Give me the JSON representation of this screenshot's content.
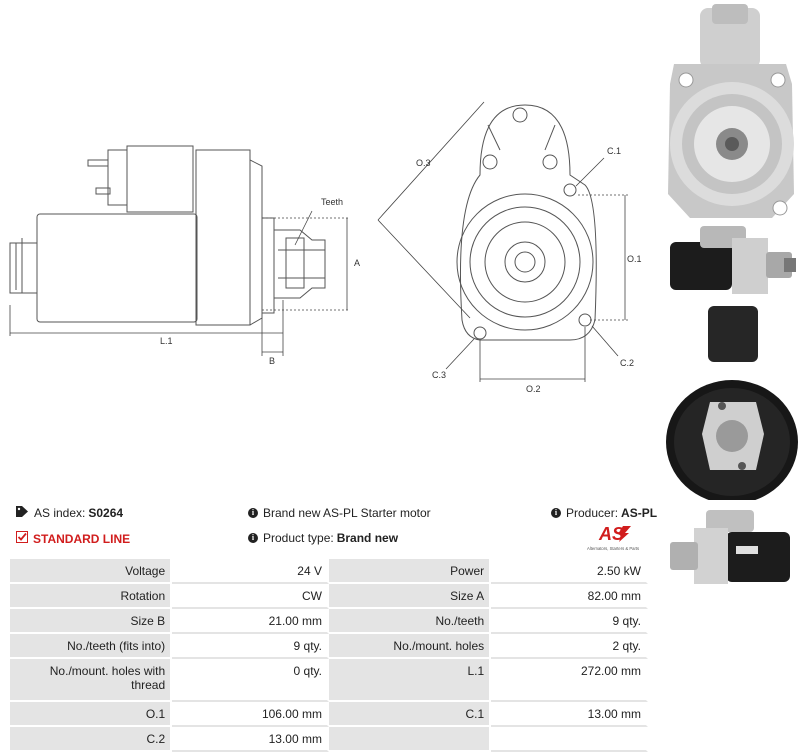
{
  "drawing_labels": {
    "teeth": "Teeth",
    "a": "A",
    "b": "B",
    "l1": "L.1",
    "o3": "O.3",
    "c1": "C.1",
    "o1": "O.1",
    "c2": "C.2",
    "c3": "C.3",
    "o2": "O.2"
  },
  "info": {
    "as_index_label": "AS index:",
    "as_index_value": "S0264",
    "standard_line": "STANDARD LINE",
    "description": "Brand new AS-PL Starter motor",
    "product_type_label": "Product type:",
    "product_type_value": "Brand new",
    "producer_label": "Producer:",
    "producer_value": "AS-PL"
  },
  "logo": {
    "text": "AS",
    "tagline": "Alternators, Starters & Parts"
  },
  "specs": [
    {
      "l1": "Voltage",
      "v1": "24 V",
      "l2": "Power",
      "v2": "2.50 kW"
    },
    {
      "l1": "Rotation",
      "v1": "CW",
      "l2": "Size A",
      "v2": "82.00 mm"
    },
    {
      "l1": "Size B",
      "v1": "21.00 mm",
      "l2": "No./teeth",
      "v2": "9 qty."
    },
    {
      "l1": "No./teeth (fits into)",
      "v1": "9 qty.",
      "l2": "No./mount. holes",
      "v2": "2 qty."
    },
    {
      "l1": "No./mount. holes with thread",
      "v1": "0 qty.",
      "l2": "L.1",
      "v2": "272.00 mm"
    },
    {
      "l1": "O.1",
      "v1": "106.00 mm",
      "l2": "C.1",
      "v2": "13.00 mm"
    },
    {
      "l1": "C.2",
      "v1": "13.00 mm",
      "l2": "",
      "v2": ""
    }
  ],
  "colors": {
    "accent_red": "#d11d1d",
    "label_bg": "#e4e4e4"
  }
}
